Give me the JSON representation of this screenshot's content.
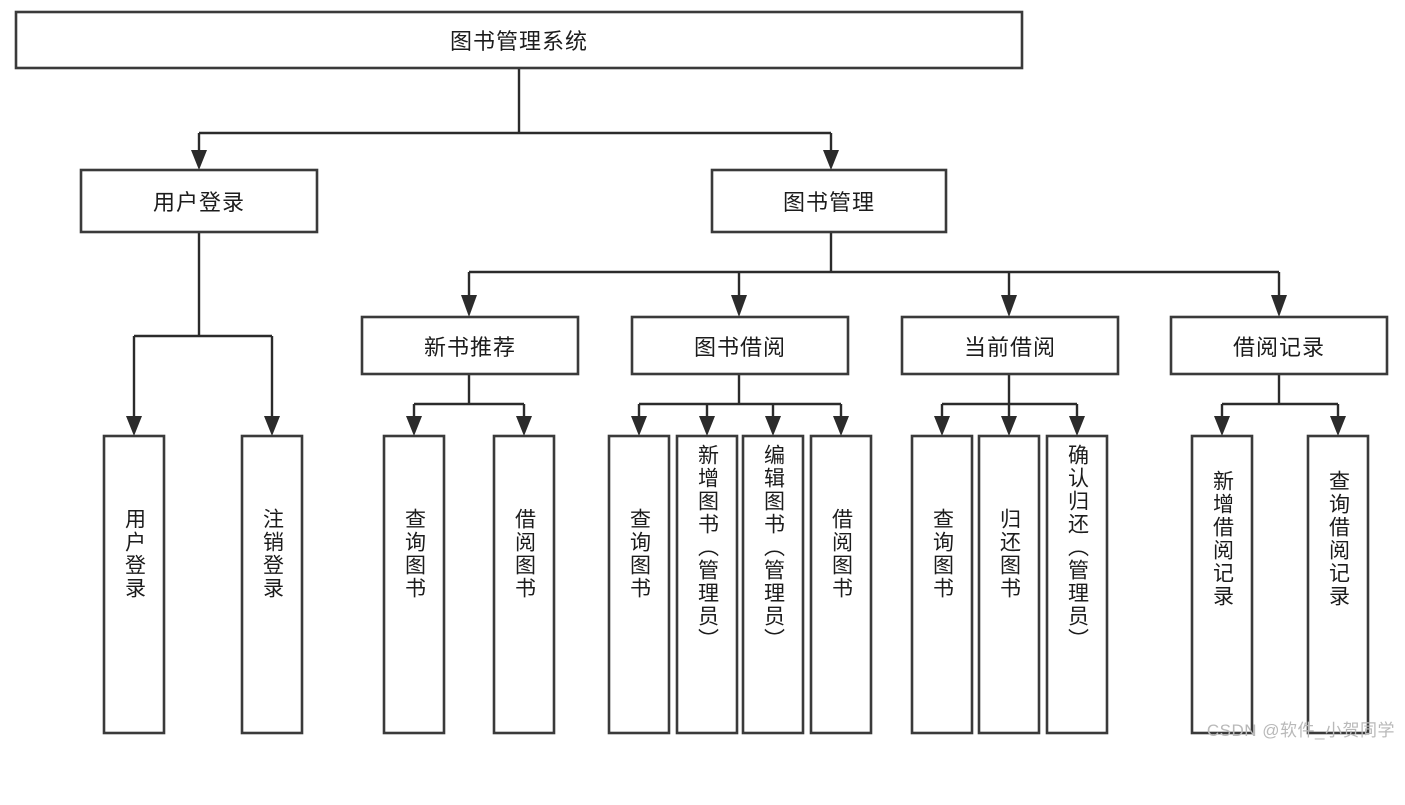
{
  "diagram": {
    "type": "hierarchy-tree",
    "title": "图书管理系统",
    "orientation": "top-down",
    "colors": {
      "box_fill": "#ffffff",
      "box_stroke": "#3a3a3a",
      "connector": "#2b2b2b",
      "text": "#1c1c1c",
      "watermark": "#b9b9b9",
      "background": "#ffffff"
    },
    "root": {
      "label": "图书管理系统",
      "orientation": "horizontal"
    },
    "level2": [
      {
        "label": "用户登录",
        "orientation": "horizontal"
      },
      {
        "label": "图书管理",
        "orientation": "horizontal"
      }
    ],
    "level3": [
      {
        "label": "新书推荐",
        "orientation": "horizontal",
        "parent": "图书管理"
      },
      {
        "label": "图书借阅",
        "orientation": "horizontal",
        "parent": "图书管理"
      },
      {
        "label": "当前借阅",
        "orientation": "horizontal",
        "parent": "图书管理"
      },
      {
        "label": "借阅记录",
        "orientation": "horizontal",
        "parent": "图书管理"
      }
    ],
    "leaves": {
      "user_login": [
        {
          "label": "用户登录",
          "orientation": "vertical"
        },
        {
          "label": "注销登录",
          "orientation": "vertical"
        }
      ],
      "new_book_recommend": [
        {
          "label": "查询图书",
          "orientation": "vertical"
        },
        {
          "label": "借阅图书",
          "orientation": "vertical"
        }
      ],
      "book_borrow": [
        {
          "label": "查询图书",
          "orientation": "vertical"
        },
        {
          "label": "新增图书（管理员）",
          "orientation": "vertical"
        },
        {
          "label": "编辑图书（管理员）",
          "orientation": "vertical"
        },
        {
          "label": "借阅图书",
          "orientation": "vertical"
        }
      ],
      "current_borrow": [
        {
          "label": "查询图书",
          "orientation": "vertical"
        },
        {
          "label": "归还图书",
          "orientation": "vertical"
        },
        {
          "label": "确认归还（管理员）",
          "orientation": "vertical"
        }
      ],
      "borrow_record": [
        {
          "label": "新增借阅记录",
          "orientation": "vertical"
        },
        {
          "label": "查询借阅记录",
          "orientation": "vertical"
        }
      ]
    }
  },
  "watermark": {
    "text": "CSDN @软件_小贺同学"
  }
}
